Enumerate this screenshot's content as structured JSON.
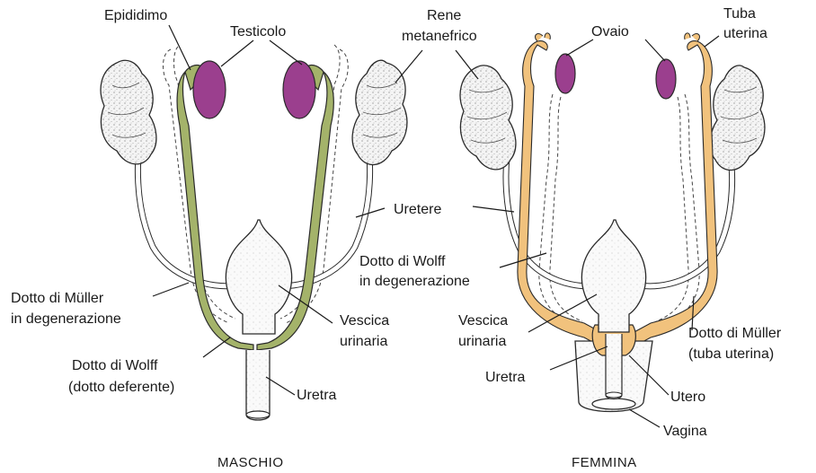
{
  "colors": {
    "testis_ovary": "#9b3f8e",
    "wolffian_duct": "#a4b36a",
    "mullerian_duct": "#f1c27d",
    "kidney": "#efefef",
    "outline": "#2a2a2a"
  },
  "male": {
    "caption": "MASCHIO",
    "labels": {
      "epididimo": "Epididimo",
      "testicolo": "Testicolo",
      "dotto_muller_1": "Dotto di Müller",
      "dotto_muller_2": "in degenerazione",
      "dotto_wolff_1": "Dotto di Wolff",
      "dotto_wolff_2": "(dotto deferente)",
      "vescica_1": "Vescica",
      "vescica_2": "urinaria",
      "uretra": "Uretra"
    }
  },
  "shared": {
    "rene_1": "Rene",
    "rene_2": "metanefrico",
    "uretere": "Uretere",
    "wolff_deg_1": "Dotto di Wolff",
    "wolff_deg_2": "in degenerazione"
  },
  "female": {
    "caption": "FEMMINA",
    "labels": {
      "ovaio": "Ovaio",
      "tuba_1": "Tuba",
      "tuba_2": "uterina",
      "vescica_1": "Vescica",
      "vescica_2": "urinaria",
      "uretra": "Uretra",
      "muller_1": "Dotto di Müller",
      "muller_2": "(tuba uterina)",
      "utero": "Utero",
      "vagina": "Vagina"
    }
  }
}
